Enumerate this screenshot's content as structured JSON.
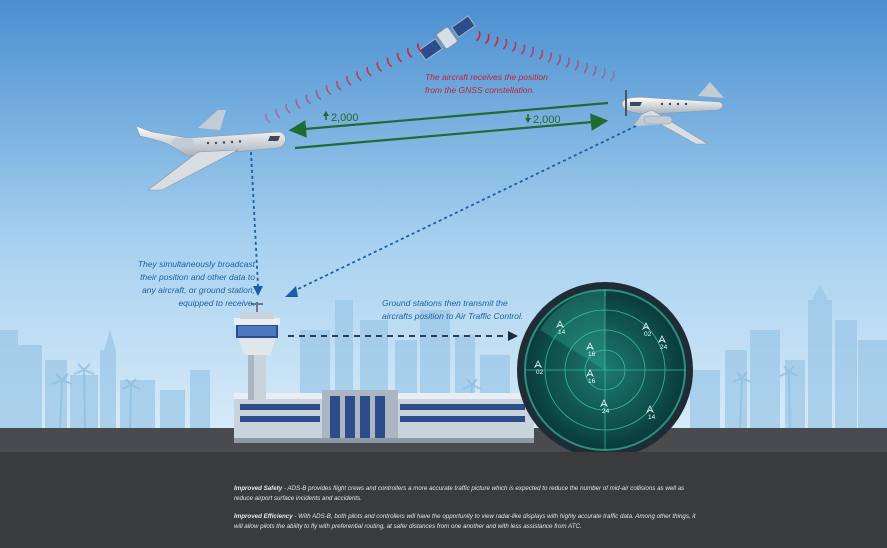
{
  "captions": {
    "gnss": [
      "The aircraft receives the position",
      "from the GNSS constellation."
    ],
    "broadcast": [
      "They simultaneously broadcast",
      "their position and other data to",
      "any aircraft, or ground station,",
      "equipped to receive."
    ],
    "ground": [
      "Ground stations then transmit the",
      "aircrafts position to Air Traffic Control."
    ]
  },
  "altitude_labels": {
    "left_plane": "2,000",
    "right_plane": "2,000"
  },
  "radar_targets": [
    "14",
    "02",
    "24",
    "16",
    "02",
    "16",
    "24",
    "14"
  ],
  "footer": {
    "safety_title": "Improved Safety",
    "safety_text": " - ADS-B provides flight crews and controllers a more accurate traffic picture which is expected to reduce the number of mid-air collisions as well as reduce airport surface incidents and accidents.",
    "efficiency_title": "Improved Efficiency",
    "efficiency_text": " - With ADS-B, both pilots and controllers will have the opportunity to view radar-like displays with highly accurate traffic data. Among other things, it will allow pilots the ability to fly with preferential routing, at safer distances from one another and with less assistance from ATC."
  },
  "colors": {
    "sky_top": "#4a8fd0",
    "sky_bottom": "#dcedf9",
    "signal_red": "#d0203a",
    "link_green": "#1f6b34",
    "dotted_blue": "#1b5ea8",
    "radar_green": "#3fd0b0",
    "ground": "#3a3b3d"
  }
}
